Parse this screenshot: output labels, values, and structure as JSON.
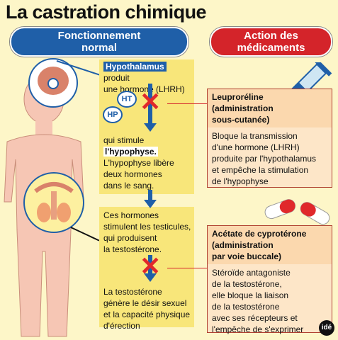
{
  "title": "La castration chimique",
  "headers": {
    "normal_line1": "Fonctionnement",
    "normal_line2": "normal",
    "meds_line1": "Action des",
    "meds_line2": "médicaments"
  },
  "flow": {
    "hypothalamus": "Hypothalamus",
    "produit": "produit",
    "une_hormone": "une hormone (LHRH)",
    "qui_stimule": "qui stimule",
    "hypophyse": "l'hypophyse.",
    "libere_1": "L'hypophyse libère",
    "libere_2": "deux hormones",
    "libere_3": "dans le sang.",
    "testicules_1": "Ces hormones",
    "testicules_2": "stimulent les testicules,",
    "testicules_3": "qui produisent",
    "testicules_4": "la testostérone.",
    "desir_1": "La testostérone",
    "desir_2": "génère le désir sexuel",
    "desir_3": "et la capacité physique",
    "desir_4": "d'érection"
  },
  "brain_badges": {
    "ht": "HT",
    "hp": "HP"
  },
  "drug1": {
    "name_1": "Leuproréline",
    "name_2": "(administration",
    "name_3": "sous-cutanée)",
    "desc_1": "Bloque la transmission",
    "desc_2": "d'une hormone (LHRH)",
    "desc_3": "produite par l'hypothalamus",
    "desc_4": "et empêche la stimulation",
    "desc_5": "de l'hypophyse"
  },
  "drug2": {
    "name_1": "Acétate de cyprotérone",
    "name_2": "(administration",
    "name_3": "par voie buccale)",
    "desc_1": "Stéroïde antagoniste",
    "desc_2": "de la testostérone,",
    "desc_3": "elle bloque la liaison",
    "desc_4": "de la testostérone",
    "desc_5": "avec ses récepteurs et",
    "desc_6": "l'empêche de s'exprimer"
  },
  "logo": "idé",
  "colors": {
    "blue": "#1f5fa8",
    "red": "#d4242a",
    "yellow": "#f8e67a",
    "background": "#fdf6c8"
  }
}
